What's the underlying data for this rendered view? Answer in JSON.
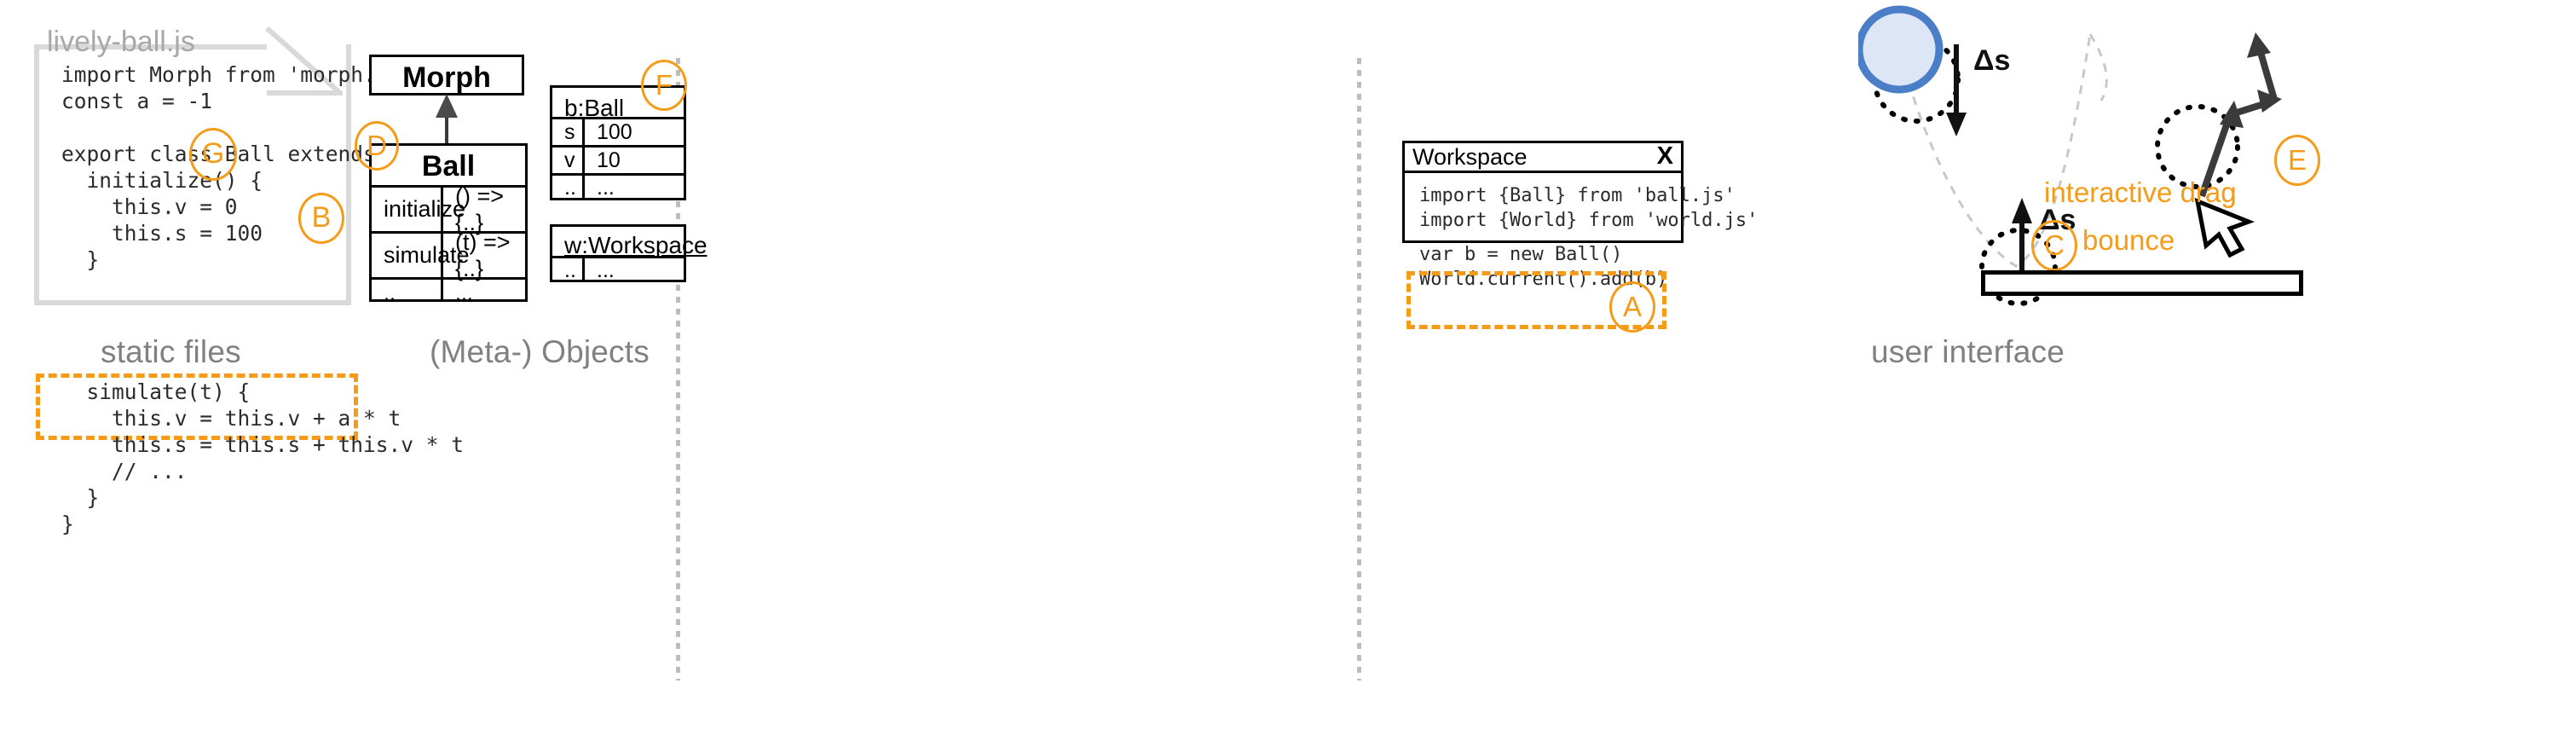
{
  "columns": [
    {
      "id": "static-files",
      "caption": "static files"
    },
    {
      "id": "meta-objects",
      "caption": "(Meta-) Objects"
    },
    {
      "id": "user-interface",
      "caption": "user interface"
    }
  ],
  "file_panel": {
    "filename": "lively-ball.js",
    "code_top": "import Morph from 'morph.js'\nconst a = -1\n\nexport class Ball extends Morph {\n  initialize() {\n    this.v = 0\n    this.s = 100\n  }",
    "code_highlight": "  simulate(t) {\n    this.v = this.v + a * t\n    this.s = this.s + this.v * t",
    "code_bottom": "    // ...\n  }\n}",
    "badge_g": "G",
    "badge_b": "B"
  },
  "uml": {
    "superclass": {
      "name": "Morph"
    },
    "subclass": {
      "name": "Ball",
      "badge": "D",
      "rows": [
        {
          "member": "initialize",
          "value": "() => {..}"
        },
        {
          "member": "simulate",
          "value": "(t) => {..}"
        },
        {
          "member": "..",
          "value": "..."
        }
      ]
    },
    "inheritance_arrow": "generalization-arrow"
  },
  "objects": [
    {
      "title": "b:Ball",
      "badge": "F",
      "rows": [
        {
          "key": "s",
          "value": "100"
        },
        {
          "key": "v",
          "value": "10"
        },
        {
          "key": "..",
          "value": "..."
        }
      ]
    },
    {
      "title": "w:Workspace",
      "rows": [
        {
          "key": "..",
          "value": "..."
        }
      ]
    }
  ],
  "workspace": {
    "title": "Workspace",
    "close_label": "X",
    "code_top": "import {Ball} from 'ball.js'\nimport {World} from 'world.js'",
    "code_highlight": "var b = new Ball()\nWorld.current().add(b)",
    "badge_a": "A"
  },
  "scene": {
    "delta_label_fall": "Δs",
    "delta_label_bounce": "Δs",
    "badge_c": "C",
    "label_c": "bounce",
    "badge_e": "E",
    "label_e": "interactive drag",
    "ball_fill": "#dce6f7",
    "ball_stroke": "#4a7ec7"
  },
  "colors": {
    "accent_orange": "#F59B17",
    "caption_gray": "#808080",
    "paper_gray": "#d9d9d9",
    "ink": "#000000",
    "trajectory_gray": "#c8c8c8"
  }
}
